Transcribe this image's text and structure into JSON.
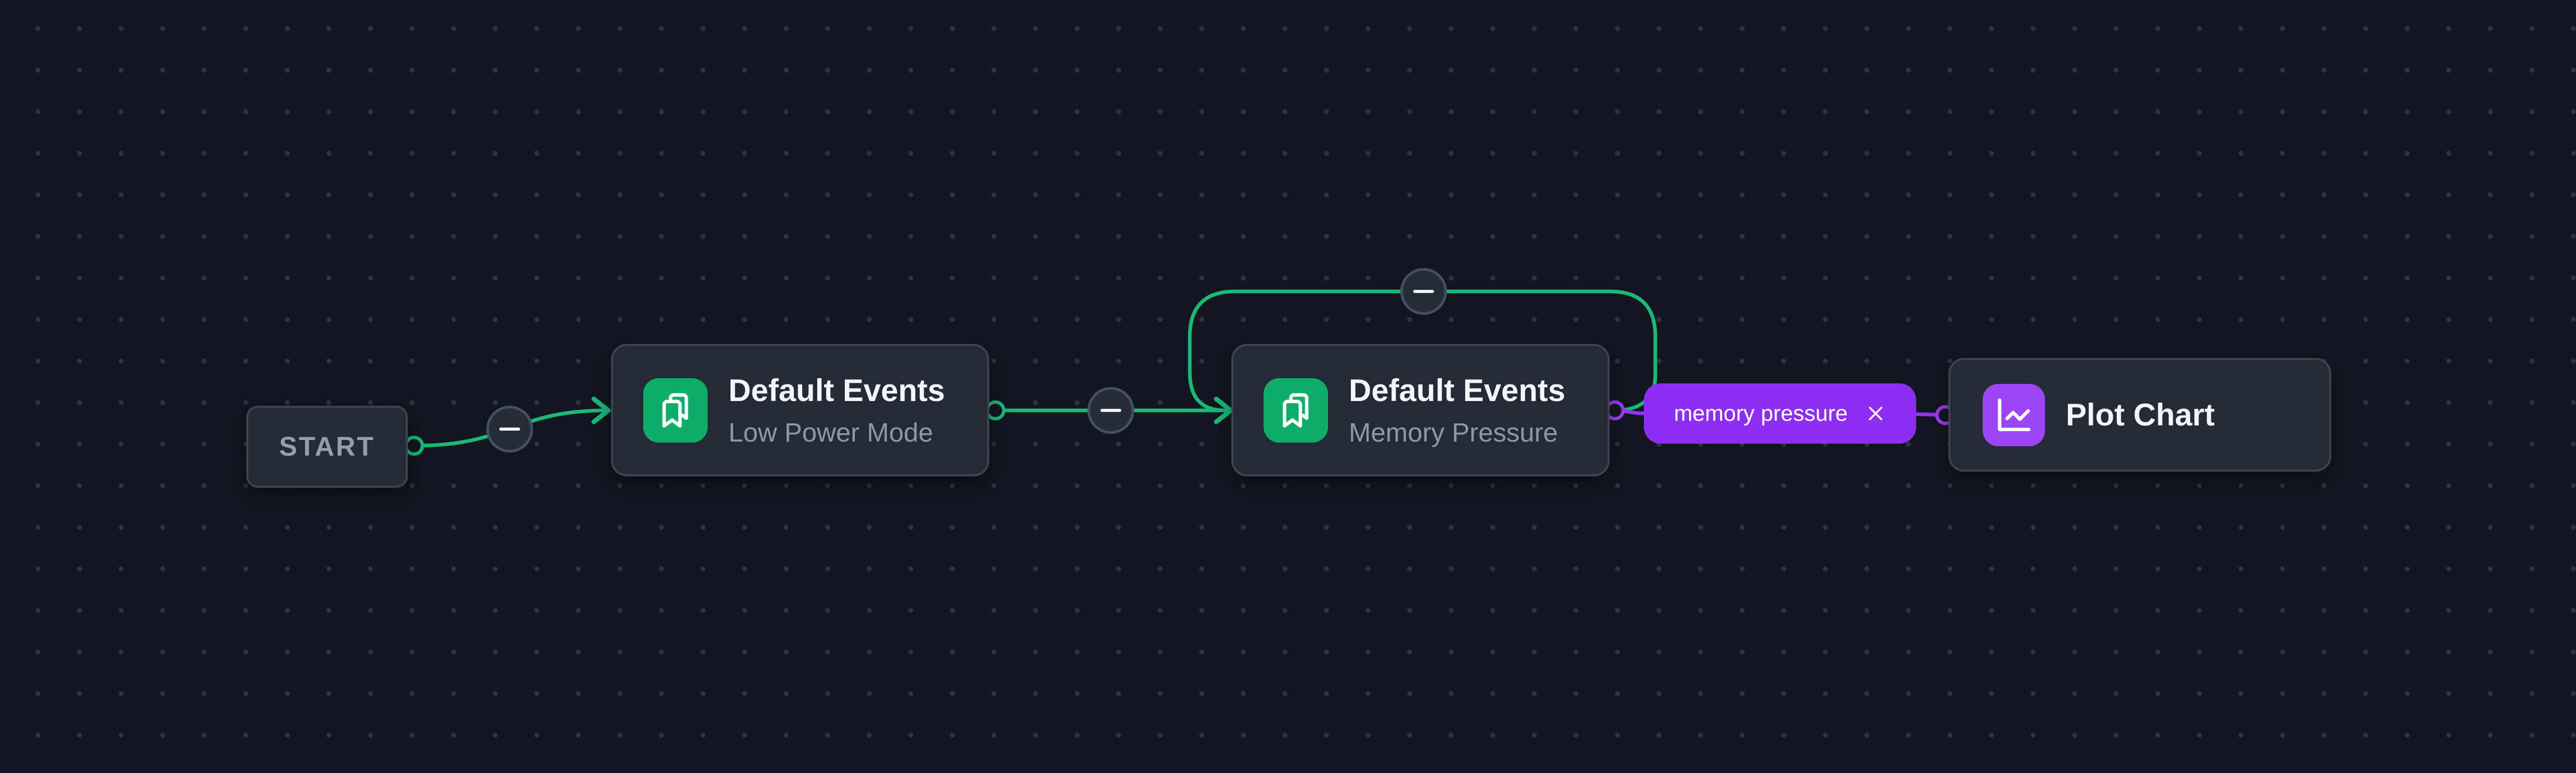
{
  "app": {
    "view": "workflow-editor-canvas"
  },
  "colors": {
    "canvas_background": "#121620",
    "grid_dot": "#2c333e",
    "node_background": "#242b35",
    "node_border": "#3b4450",
    "node_title": "#f2f5f9",
    "node_subtitle": "#8d98a6",
    "start_text": "#949eac",
    "edge_green": "#1ab978",
    "icon_green": "#10ac69",
    "edge_purple": "#9035f0",
    "port_purple": "#9a3cf2",
    "pill_purple": "#8c2ff3",
    "icon_purple": "#9b45f6",
    "edge_button_background": "#252d38",
    "edge_button_border": "#46515f"
  },
  "nodes": {
    "start": {
      "label": "START"
    },
    "low_power": {
      "title": "Default Events",
      "subtitle": "Low Power Mode",
      "icon": "bookmarks-icon"
    },
    "memory_pressure": {
      "title": "Default Events",
      "subtitle": "Memory Pressure",
      "icon": "bookmarks-icon"
    },
    "plot_chart": {
      "title": "Plot Chart",
      "icon": "chart-line-icon"
    }
  },
  "edges": {
    "start_to_low_power": {
      "color": "#1ab978",
      "button": "minus"
    },
    "low_power_to_memory_pressure": {
      "color": "#1ab978",
      "button": "minus"
    },
    "memory_pressure_self_loop": {
      "color": "#1ab978",
      "button": "minus"
    },
    "memory_pressure_to_plot_chart": {
      "color": "#9035f0",
      "label": "memory pressure",
      "remove_button": "close"
    }
  },
  "icons": {
    "minus": "−",
    "close": "✕"
  }
}
